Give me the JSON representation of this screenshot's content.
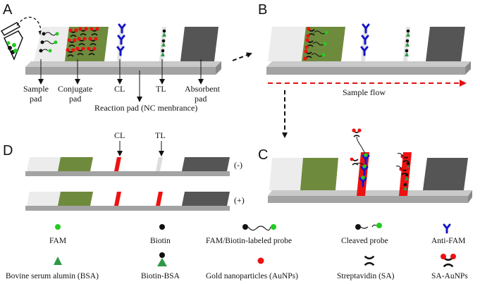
{
  "panels": {
    "a": "A",
    "b": "B",
    "c": "C",
    "d": "D"
  },
  "labels_a": {
    "sample_pad": [
      "Sample",
      "pad"
    ],
    "conjugate_pad": [
      "Conjugate",
      "pad"
    ],
    "cl": "CL",
    "tl": "TL",
    "absorbent_pad": [
      "Absorbent",
      "pad"
    ],
    "reaction_pad": "Reaction pad (NC menbrance)"
  },
  "labels_b": {
    "sample_flow": "Sample flow"
  },
  "labels_d": {
    "cl": "CL",
    "tl": "TL",
    "negative": "(-)",
    "positive": "(+)"
  },
  "legend": [
    {
      "key": "fam",
      "label": "FAM"
    },
    {
      "key": "biotin",
      "label": "Biotin"
    },
    {
      "key": "probe",
      "label": "FAM/Biotin-labeled probe"
    },
    {
      "key": "cleaved",
      "label": "Cleaved probe"
    },
    {
      "key": "antifam",
      "label": "Anti-FAM"
    },
    {
      "key": "bsa",
      "label": "Bovine serum alumin (BSA)"
    },
    {
      "key": "biotinbsa",
      "label": "Biotin-BSA"
    },
    {
      "key": "aunp",
      "label": "Gold nanoparticles (AuNPs)"
    },
    {
      "key": "sa",
      "label": "Streptavidin (SA)"
    },
    {
      "key": "saaunp",
      "label": "SA-AuNPs"
    }
  ],
  "colors": {
    "pad_green": "#6e8b3d",
    "absorbent": "#555555",
    "strip_base": "#a3a3a3",
    "sample_pad": "#ececec",
    "line_red": "#ee1111",
    "anti_fam_blue": "#1515c8",
    "fam_green": "#22cc22",
    "arrow_red": "#e11111"
  }
}
